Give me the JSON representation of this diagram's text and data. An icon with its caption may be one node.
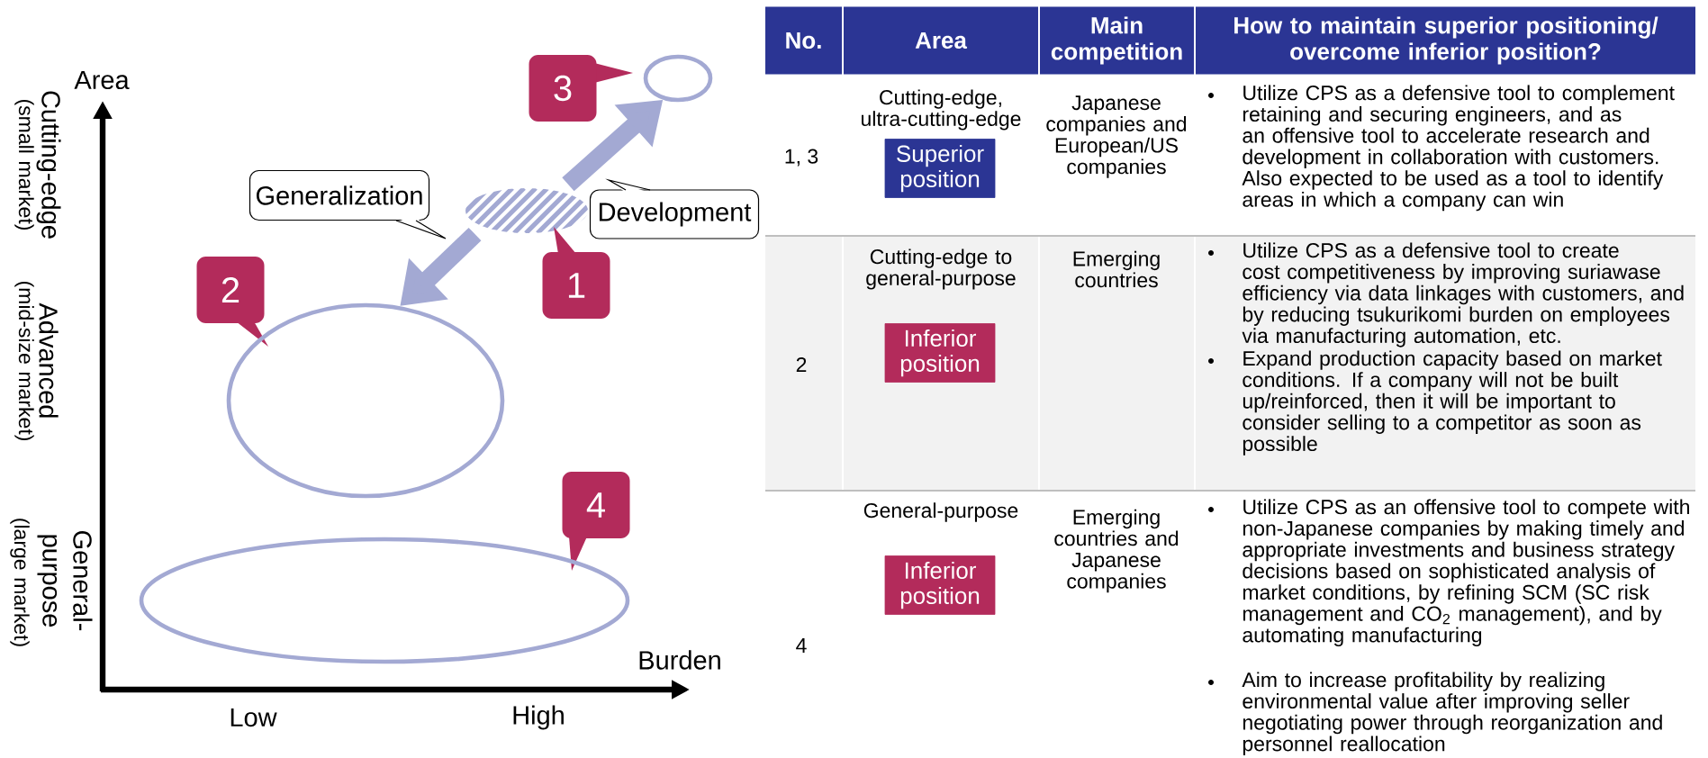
{
  "diagram": {
    "nodes": [
      {
        "text": [
          "3"
        ]
      },
      {
        "text": [],
        "shape": "ellipse"
      },
      {
        "text": [
          "Generalization"
        ]
      },
      {
        "text": [],
        "shape": "ellipse"
      },
      {
        "text": [
          "Development"
        ]
      },
      {
        "text": [
          "2"
        ]
      },
      {
        "text": [
          "1"
        ]
      },
      {
        "text": [],
        "shape": "ellipse"
      },
      {
        "text": [
          "4"
        ]
      },
      {
        "text": [],
        "shape": "ellipse"
      },
      {
        "text": [
          "Superior position"
        ]
      },
      {
        "text": [
          "Inferior position"
        ]
      },
      {
        "text": [
          "Inferior position"
        ]
      }
    ],
    "edges": [
      {
        "from": 3,
        "to": 1,
        "arrow": "to"
      },
      {
        "from": 3,
        "to": 7,
        "arrow": "to"
      }
    ],
    "labels": [
      "Area",
      "Burden",
      "Low",
      "High",
      "Cutting-edge",
      "(small market)",
      "Advanced",
      "(mid-size market)",
      "General-purpose",
      "(large market)",
      "No.",
      "Area",
      "Main competition",
      "How to maintain superior positioning/ overcome inferior position?",
      "1, 3",
      "Cutting-edge, ultra-cutting-edge",
      "Japanese companies and European/US companies",
      "Utilize CPS as a defensive tool to complement retaining and securing engineers, and as an offensive tool to accelerate research and development in collaboration with customers. Also expected to be used as a tool to identify areas in which a company can win",
      "2",
      "Cutting-edge to general-purpose",
      "Emerging countries",
      "Utilize CPS as a defensive tool to create cost competitiveness by improving suriawase efficiency via data linkages with customers, and by reducing tsukurikomi burden on employees via manufacturing automation, etc.",
      "Expand production capacity based on market conditions. If a company will not be built up/reinforced, then it will be important to consider selling to a competitor as soon as possible",
      "4",
      "General-purpose",
      "Emerging countries and Japanese companies",
      "Utilize CPS as an offensive tool to compete with non-Japanese companies by making timely and appropriate investments and business strategy decisions based on sophisticated analysis of market conditions, by refining SCM (SC risk management and CO$_{2}$ management), and by automating manufacturing",
      "Aim to increase profitability by realizing environmental value after improving seller negotiating power through reorganization and personnel reallocation"
    ]
  }
}
